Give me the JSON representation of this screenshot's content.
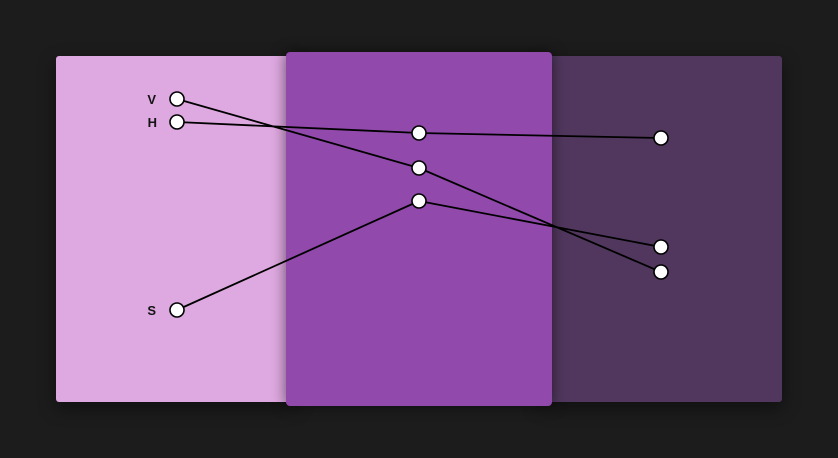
{
  "colors": {
    "background": "#1c1c1c",
    "panel_left": "#dea8e0",
    "panel_middle": "#9149ab",
    "panel_right": "#51375e",
    "link": "#000000",
    "node_fill": "#ffffff",
    "node_stroke": "#000000"
  },
  "labels": {
    "v": "V",
    "h": "H",
    "s": "S"
  }
}
